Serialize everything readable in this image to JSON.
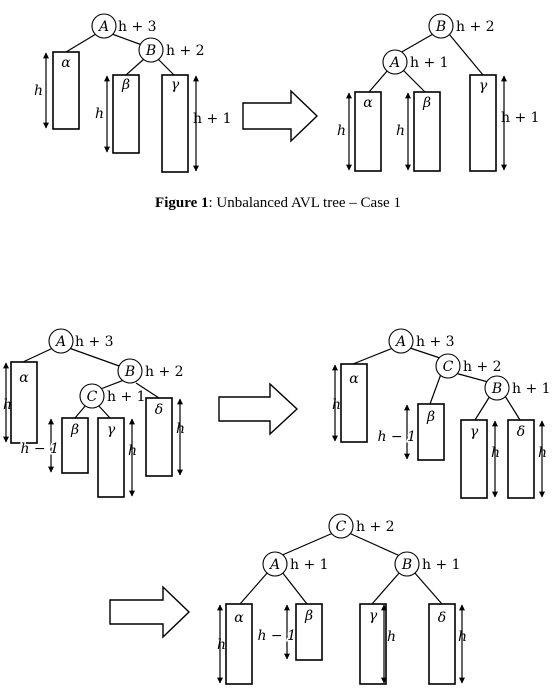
{
  "figure1": {
    "caption_label": "Figure 1",
    "caption_text": ": Unbalanced AVL tree – Case 1",
    "before": {
      "node_a": "A",
      "node_a_height": "h + 3",
      "node_b": "B",
      "node_b_height": "h + 2",
      "alpha": "α",
      "alpha_height": "h",
      "beta": "β",
      "beta_height": "h",
      "gamma": "γ",
      "gamma_height": "h + 1"
    },
    "after": {
      "node_b": "B",
      "node_b_height": "h + 2",
      "node_a": "A",
      "node_a_height": "h + 1",
      "alpha": "α",
      "alpha_height": "h",
      "beta": "β",
      "beta_height": "h",
      "gamma": "γ",
      "gamma_height": "h + 1"
    }
  },
  "figure2": {
    "step1": {
      "node_a": "A",
      "node_a_height": "h + 3",
      "node_b": "B",
      "node_b_height": "h + 2",
      "node_c": "C",
      "node_c_height": "h + 1",
      "alpha": "α",
      "alpha_height": "h",
      "beta": "β",
      "beta_height": "h − 1",
      "gamma": "γ",
      "gamma_height": "h",
      "delta": "δ",
      "delta_height": "h"
    },
    "step2": {
      "node_a": "A",
      "node_a_height": "h + 3",
      "node_c": "C",
      "node_c_height": "h + 2",
      "node_b": "B",
      "node_b_height": "h + 1",
      "alpha": "α",
      "alpha_height": "h",
      "beta": "β",
      "beta_height": "h − 1",
      "gamma": "γ",
      "gamma_height": "h",
      "delta": "δ",
      "delta_height": "h"
    },
    "step3": {
      "node_c": "C",
      "node_c_height": "h + 2",
      "node_a": "A",
      "node_a_height": "h + 1",
      "node_b": "B",
      "node_b_height": "h + 1",
      "alpha": "α",
      "alpha_height": "h",
      "beta": "β",
      "beta_height": "h − 1",
      "gamma": "γ",
      "gamma_height": "h",
      "delta": "δ",
      "delta_height": "h"
    }
  }
}
